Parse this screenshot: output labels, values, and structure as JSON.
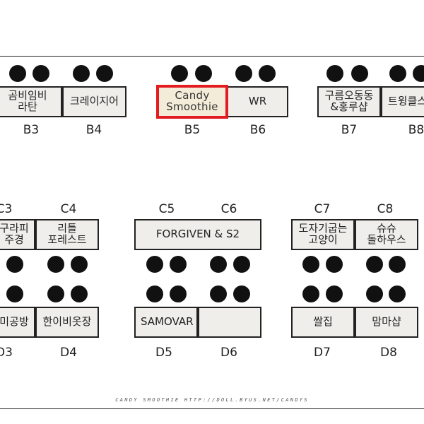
{
  "footer_text": "CANDY SMOOTHIE HTTP://DOLL.BYUS.NET/CANDYS",
  "colors": {
    "highlight_border": "#e31b23",
    "booth_fill": "#f0eeea",
    "highlight_fill": "#f3ecd9",
    "ink": "#111111"
  },
  "booths": [
    {
      "id": "B3",
      "code": "B3",
      "name": "곰비임비\n라탄"
    },
    {
      "id": "B4",
      "code": "B4",
      "name": "크레이지어"
    },
    {
      "id": "B5",
      "code": "B5",
      "name": "Candy\nSmoothie",
      "highlighted": true
    },
    {
      "id": "B6",
      "code": "B6",
      "name": "WR"
    },
    {
      "id": "B7",
      "code": "B7",
      "name": "구름오동동\n&홍루샵"
    },
    {
      "id": "B8",
      "code": "B8",
      "name": "트윙클스"
    },
    {
      "id": "C3",
      "code": "C3",
      "name": "구라피\n주경"
    },
    {
      "id": "C4",
      "code": "C4",
      "name": "리틀\n포레스트"
    },
    {
      "id": "C5C6",
      "code": "",
      "name": "FORGIVEN & S2"
    },
    {
      "id": "C5",
      "code": "C5",
      "name": ""
    },
    {
      "id": "C6",
      "code": "C6",
      "name": ""
    },
    {
      "id": "C7",
      "code": "C7",
      "name": "도자기굽는\n고양이"
    },
    {
      "id": "C8",
      "code": "C8",
      "name": "슈슈\n돌하우스"
    },
    {
      "id": "D3",
      "code": "D3",
      "name": "미공방"
    },
    {
      "id": "D4",
      "code": "D4",
      "name": "한이비옷장"
    },
    {
      "id": "D5",
      "code": "D5",
      "name": "SAMOVAR"
    },
    {
      "id": "D6",
      "code": "D6",
      "name": ""
    },
    {
      "id": "D7",
      "code": "D7",
      "name": "쌀집"
    },
    {
      "id": "D8",
      "code": "D8",
      "name": "맘마샵"
    }
  ]
}
